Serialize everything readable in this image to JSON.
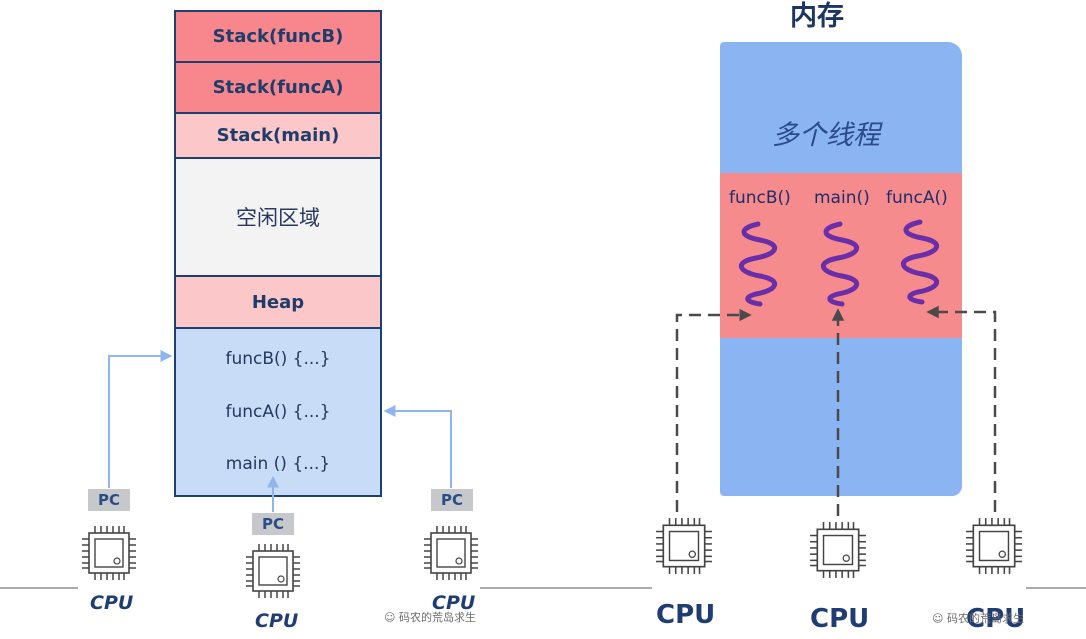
{
  "left_diagram": {
    "stack_segments": [
      "Stack(funcB)",
      "Stack(funcA)",
      "Stack(main)"
    ],
    "free_area": "空闲区域",
    "heap": "Heap",
    "code_lines": [
      "funcB() {...}",
      "funcA() {...}",
      "main () {...}"
    ],
    "pc_labels": [
      "PC",
      "PC",
      "PC"
    ],
    "cpu_labels": [
      "CPU",
      "CPU",
      "CPU"
    ]
  },
  "right_diagram": {
    "title": "内存",
    "threads_label": "多个线程",
    "thread_names": [
      "funcB()",
      "main()",
      "funcA()"
    ],
    "cpu_labels": [
      "CPU",
      "CPU",
      "CPU"
    ]
  },
  "watermarks": [
    "码农的荒岛求生",
    "码农的荒岛求生"
  ],
  "colors": {
    "stack_dark": "#f8878d",
    "stack_light": "#fbc7c9",
    "free_area": "#f3f3f4",
    "code_area": "#c9dcf7",
    "memory_blue": "#8ab4f2",
    "thread_band": "#f68b8e",
    "thread_squiggle": "#6a2ea8",
    "text_navy": "#1f3d73"
  }
}
